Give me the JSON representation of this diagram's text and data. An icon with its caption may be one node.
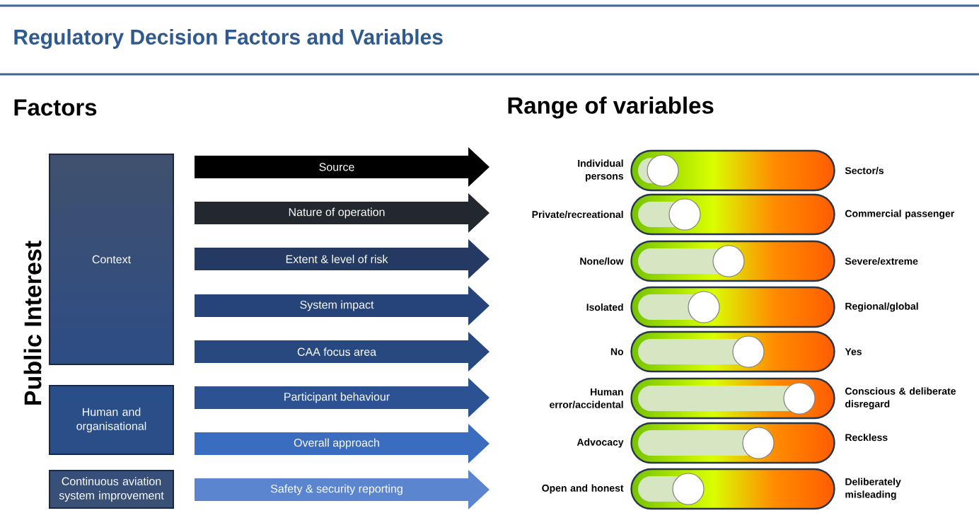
{
  "diagram": {
    "title": "Regulatory Decision Factors and Variables",
    "nodes": [
      {
        "text": [
          "Context"
        ]
      },
      {
        "text": [
          "Human and organisational"
        ]
      },
      {
        "text": [
          "Continuous aviation system improvement"
        ]
      },
      {
        "text": [
          "Source"
        ]
      },
      {
        "text": [
          "Nature of operation"
        ]
      },
      {
        "text": [
          "Extent & level of risk"
        ]
      },
      {
        "text": [
          "System impact"
        ]
      },
      {
        "text": [
          "CAA focus area"
        ]
      },
      {
        "text": [
          "Participant behaviour"
        ]
      },
      {
        "text": [
          "Overall approach"
        ]
      },
      {
        "text": [
          "Safety & security reporting"
        ]
      },
      {
        "text": [],
        "shape": "bar",
        "beside": [
          "Individual persons",
          "Sector/s"
        ]
      },
      {
        "text": [],
        "shape": "bar",
        "beside": [
          "Private/recreational",
          "Commercial passenger"
        ]
      },
      {
        "text": [],
        "shape": "bar",
        "beside": [
          "None/low",
          "Severe/extreme"
        ]
      },
      {
        "text": [],
        "shape": "bar",
        "beside": [
          "Isolated",
          "Regional/global"
        ]
      },
      {
        "text": [],
        "shape": "bar",
        "beside": [
          "No",
          "Yes"
        ]
      },
      {
        "text": [],
        "shape": "bar",
        "beside": [
          "Human error/accidental",
          "Conscious & deliberate disregard"
        ]
      },
      {
        "text": [],
        "shape": "bar",
        "beside": [
          "Advocacy",
          "Reckless"
        ]
      },
      {
        "text": [],
        "shape": "bar",
        "beside": [
          "Open and honest",
          "Deliberately misleading"
        ]
      }
    ],
    "labels": [
      "Factors",
      "Range of variables",
      "Public Interest"
    ]
  }
}
